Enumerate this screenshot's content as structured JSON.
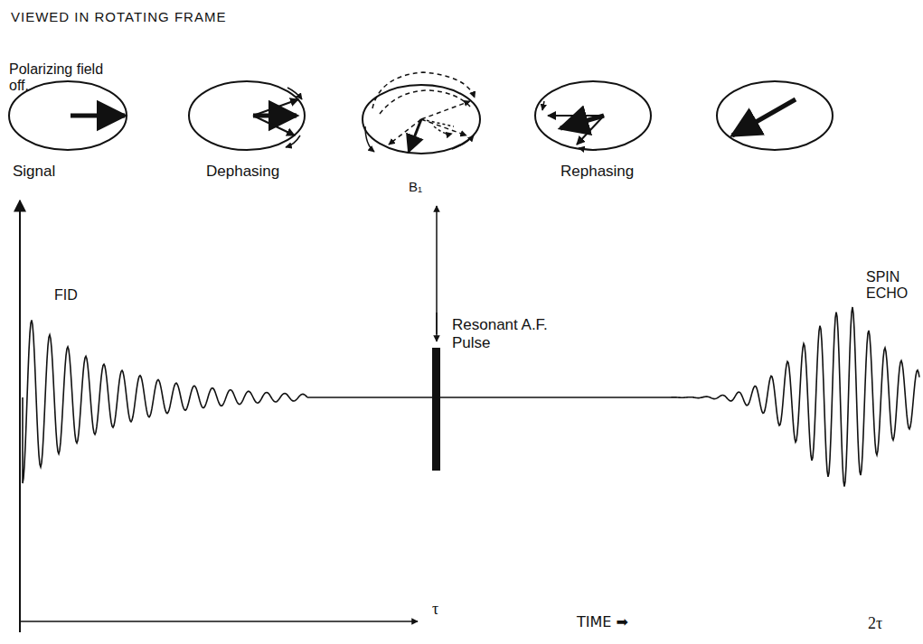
{
  "diagram": {
    "title": "VIEWED IN ROTATING FRAME",
    "labels": [
      "Polarizing field off.",
      "Signal",
      "Dephasing",
      "B₁",
      "Rephasing",
      "Resonant A.F. Pulse",
      "FID",
      "SPIN ECHO",
      "τ",
      "TIME ➡",
      "2τ"
    ]
  }
}
